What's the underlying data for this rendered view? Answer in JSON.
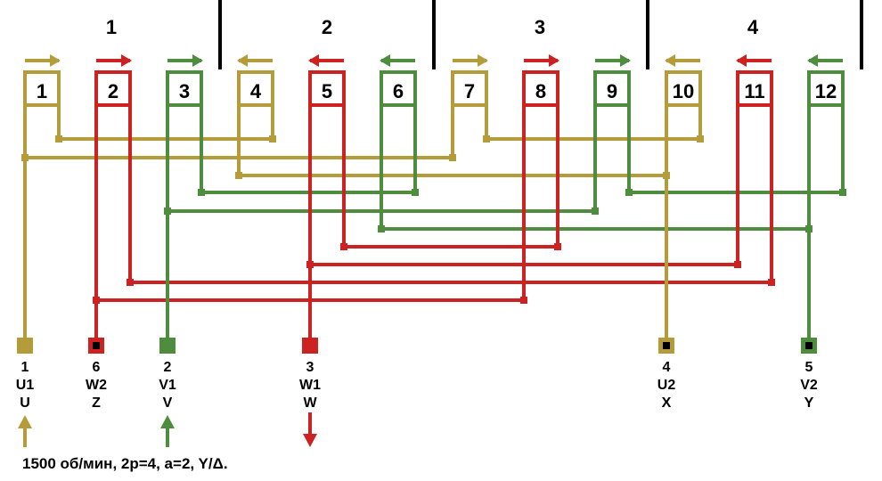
{
  "colors": {
    "U": "#b59c3a",
    "V": "#4e8c3e",
    "W": "#cc2222",
    "black": "#000000"
  },
  "groups": [
    "1",
    "2",
    "3",
    "4"
  ],
  "coils": [
    {
      "label": "1",
      "phase": "U",
      "dir": "right"
    },
    {
      "label": "2",
      "phase": "W",
      "dir": "right"
    },
    {
      "label": "3",
      "phase": "V",
      "dir": "right"
    },
    {
      "label": "4",
      "phase": "U",
      "dir": "left"
    },
    {
      "label": "5",
      "phase": "W",
      "dir": "left"
    },
    {
      "label": "6",
      "phase": "V",
      "dir": "left"
    },
    {
      "label": "7",
      "phase": "U",
      "dir": "right"
    },
    {
      "label": "8",
      "phase": "W",
      "dir": "right"
    },
    {
      "label": "9",
      "phase": "V",
      "dir": "right"
    },
    {
      "label": "10",
      "phase": "U",
      "dir": "left"
    },
    {
      "label": "11",
      "phase": "W",
      "dir": "left"
    },
    {
      "label": "12",
      "phase": "V",
      "dir": "left"
    }
  ],
  "terminals": [
    {
      "num": "1",
      "name": "U1",
      "alt": "U",
      "phase": "U",
      "end": false,
      "arrow": "up"
    },
    {
      "num": "6",
      "name": "W2",
      "alt": "Z",
      "phase": "W",
      "end": true,
      "arrow": ""
    },
    {
      "num": "2",
      "name": "V1",
      "alt": "V",
      "phase": "V",
      "end": false,
      "arrow": "up"
    },
    {
      "num": "3",
      "name": "W1",
      "alt": "W",
      "phase": "W",
      "end": false,
      "arrow": "down"
    },
    {
      "num": "4",
      "name": "U2",
      "alt": "X",
      "phase": "U",
      "end": true,
      "arrow": ""
    },
    {
      "num": "5",
      "name": "V2",
      "alt": "Y",
      "phase": "V",
      "end": true,
      "arrow": ""
    }
  ],
  "caption": "1500 об/мин, 2p=4, a=2, Y/Δ."
}
